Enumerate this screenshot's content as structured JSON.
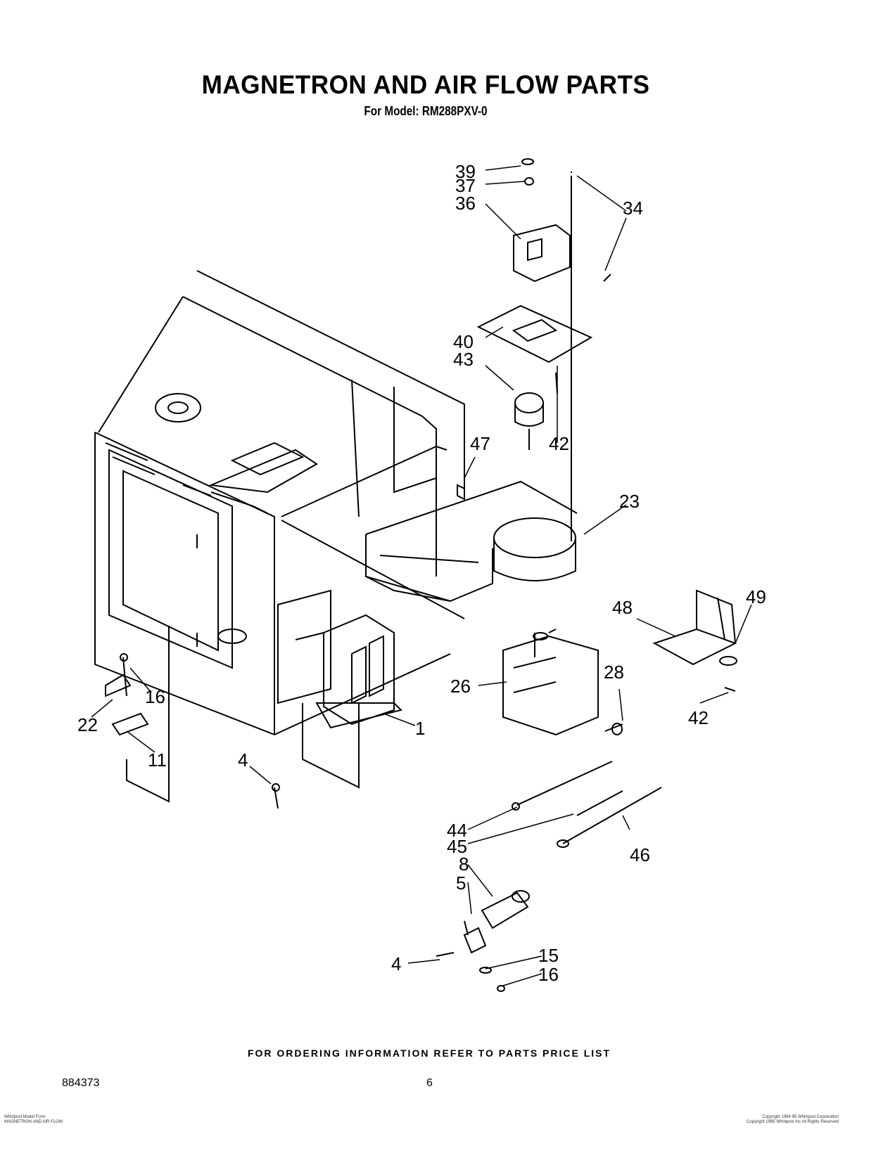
{
  "header": {
    "title": "MAGNETRON AND AIR FLOW PARTS",
    "subtitle": "For Model: RM288PXV-0"
  },
  "callouts": [
    "39",
    "37",
    "36",
    "34",
    "40",
    "43",
    "42",
    "47",
    "23",
    "48",
    "49",
    "26",
    "28",
    "42",
    "1",
    "16",
    "22",
    "11",
    "4",
    "44",
    "45",
    "46",
    "8",
    "5",
    "4",
    "15",
    "16"
  ],
  "footer": {
    "ordering_note": "FOR ORDERING INFORMATION REFER TO PARTS PRICE LIST",
    "document_number": "884373",
    "page_number": "6",
    "left_small_line1": "Whirlpool Model Form",
    "left_small_line2": "MAGNETRON AND AIR FLOW",
    "right_small_line1": "Copyright 1994 95 Whirlpool Corporation",
    "right_small_line2": "Copyright 1995 Whirlpool Inc All Rights Reserved"
  }
}
